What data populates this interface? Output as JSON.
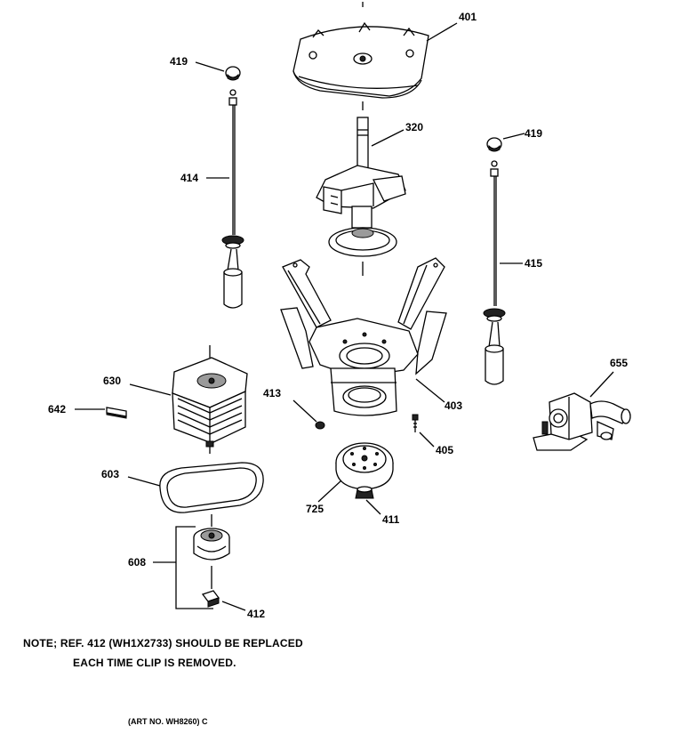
{
  "diagram": {
    "part_labels": {
      "p401": "401",
      "p419a": "419",
      "p419b": "419",
      "p320": "320",
      "p414": "414",
      "p415": "415",
      "p630": "630",
      "p642": "642",
      "p413": "413",
      "p403": "403",
      "p655": "655",
      "p405": "405",
      "p603": "603",
      "p725": "725",
      "p411": "411",
      "p608": "608",
      "p412": "412"
    },
    "note_line1": "NOTE; REF. 412 (WH1X2733) SHOULD BE REPLACED",
    "note_line2": "EACH TIME CLIP IS REMOVED.",
    "art_number": "(ART NO. WH8260) C"
  }
}
